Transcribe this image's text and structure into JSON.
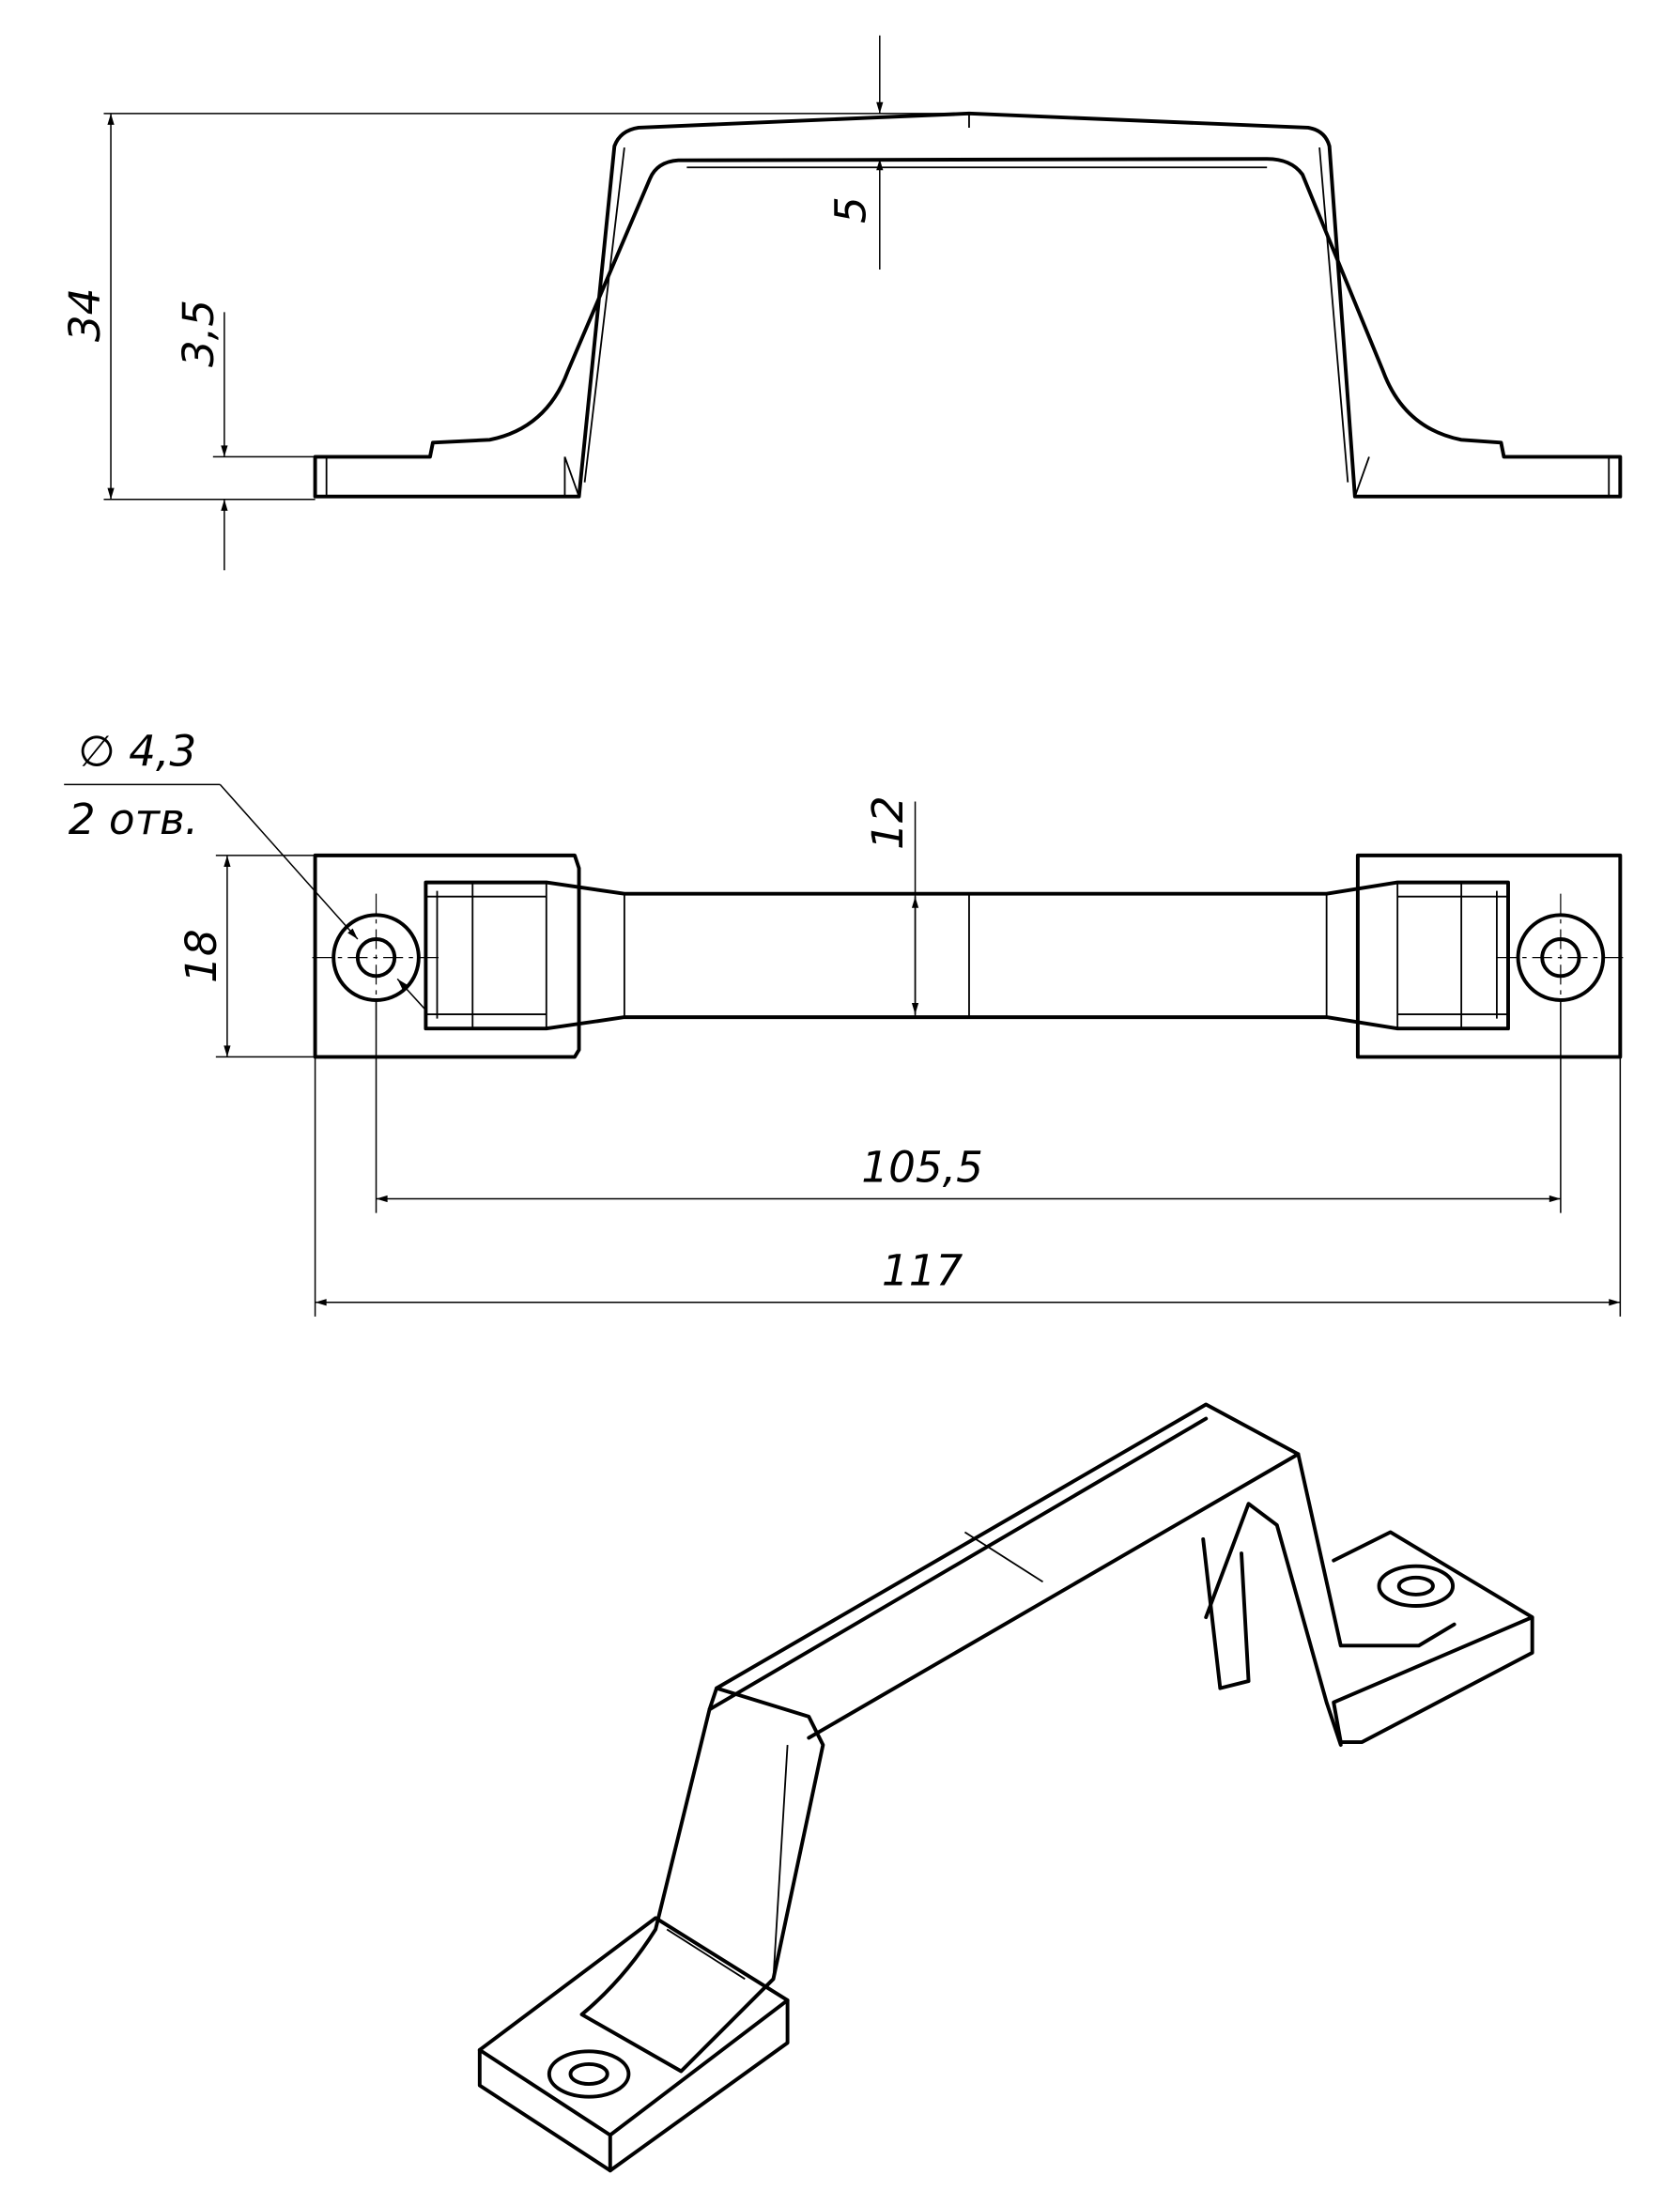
{
  "drawing": {
    "side_view": {
      "height_total": "34",
      "flange_thickness": "3,5",
      "top_thickness": "5"
    },
    "plan_view": {
      "hole_diameter": "∅ 4,3",
      "hole_count": "2 отв.",
      "handle_width": "12",
      "flange_width": "18",
      "hole_spacing": "105,5",
      "overall_length": "117"
    }
  }
}
